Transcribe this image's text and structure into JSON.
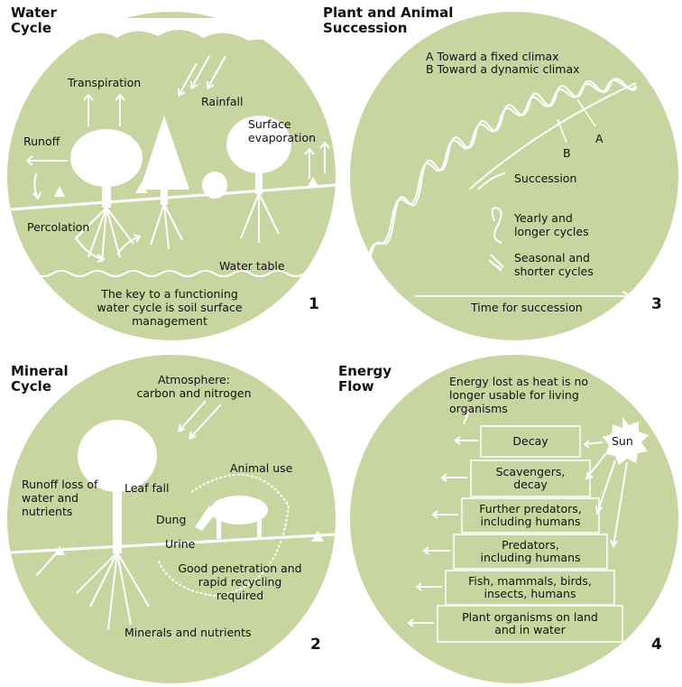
{
  "panels": [
    {
      "number": "1",
      "title": "Water\nCycle",
      "labels": {
        "transpiration": "Transpiration",
        "rainfall": "Rainfall",
        "surface_evaporation": "Surface\nevaporation",
        "runoff": "Runoff",
        "percolation": "Percolation",
        "water_table": "Water table",
        "caption": "The key to a functioning\nwater cycle is soil surface\nmanagement"
      }
    },
    {
      "number": "2",
      "title": "Mineral\nCycle",
      "labels": {
        "atmosphere": "Atmosphere:\ncarbon and nitrogen",
        "animal_use": "Animal use",
        "runoff_loss": "Runoff loss of\nwater and\nnutrients",
        "leaf_fall": "Leaf fall",
        "dung": "Dung",
        "urine": "Urine",
        "penetration": "Good penetration and\nrapid recycling\nrequired",
        "minerals": "Minerals and nutrients"
      }
    },
    {
      "number": "3",
      "title": "Plant and Animal\nSuccession",
      "labels": {
        "legend_a": "A Toward a fixed climax",
        "legend_b": "B Toward a dynamic climax",
        "marker_a": "A",
        "marker_b": "B",
        "succession": "Succession",
        "yearly": "Yearly and\nlonger cycles",
        "seasonal": "Seasonal and\nshorter cycles",
        "time": "Time for succession"
      }
    },
    {
      "number": "4",
      "title": "Energy\nFlow",
      "labels": {
        "heat_loss": "Energy lost as heat is no\nlonger usable for living\norganisms",
        "sun": "Sun"
      },
      "pyramid": [
        "Decay",
        "Scavengers,\ndecay",
        "Further predators,\nincluding humans",
        "Predators,\nincluding humans",
        "Fish, mammals, birds,\ninsects, humans",
        "Plant organisms on land\nand in water"
      ]
    }
  ]
}
